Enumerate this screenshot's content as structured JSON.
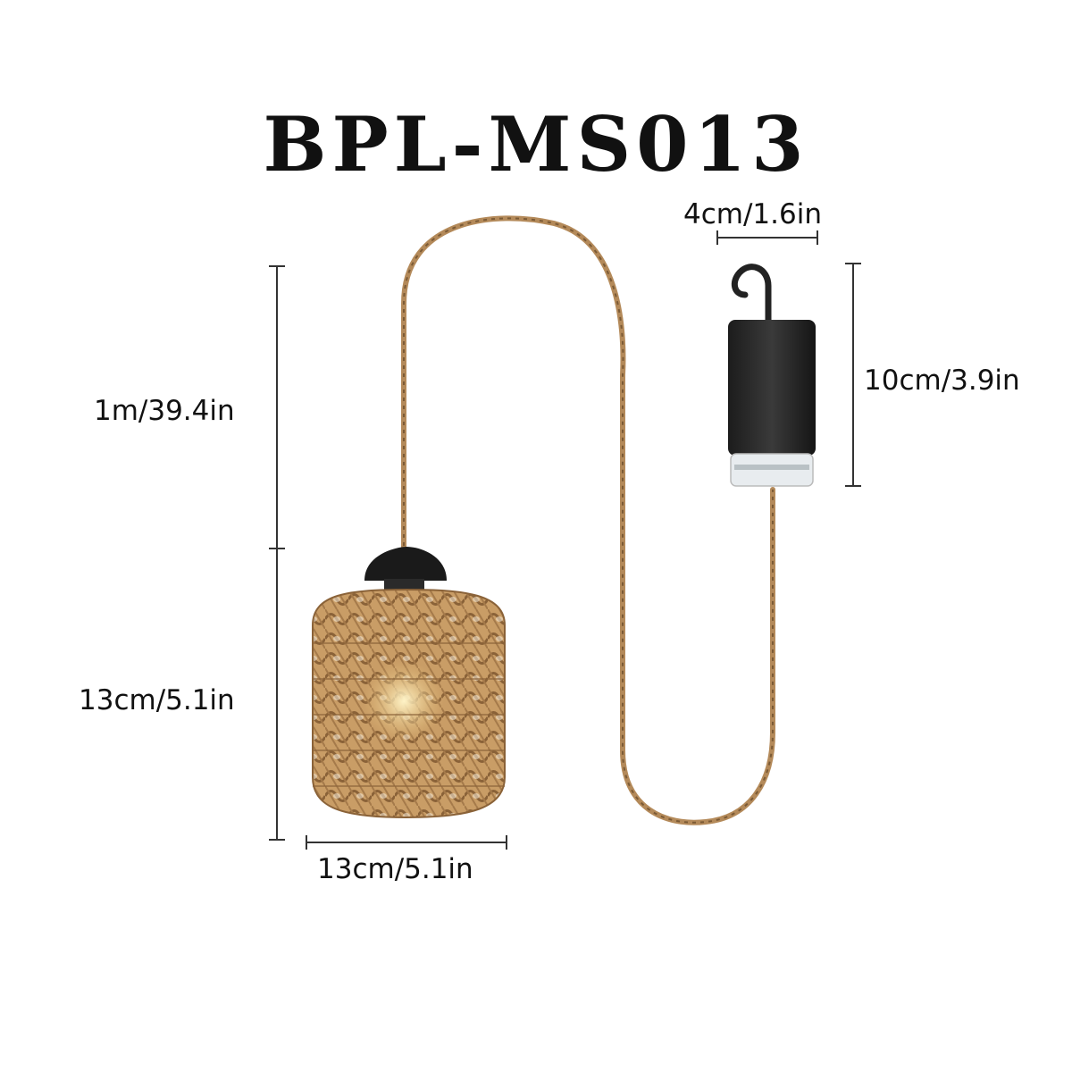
{
  "model": "BPL-MS013",
  "dimensions": {
    "battery_width": "4cm/1.6in",
    "battery_height": "10cm/3.9in",
    "cord_length": "1m/39.4in",
    "shade_height": "13cm/5.1in",
    "shade_width": "13cm/5.1in"
  },
  "colors": {
    "rope": "#b48a5a",
    "shade": "#c79a62",
    "battery": "#2a2a2a",
    "line": "#333333"
  }
}
